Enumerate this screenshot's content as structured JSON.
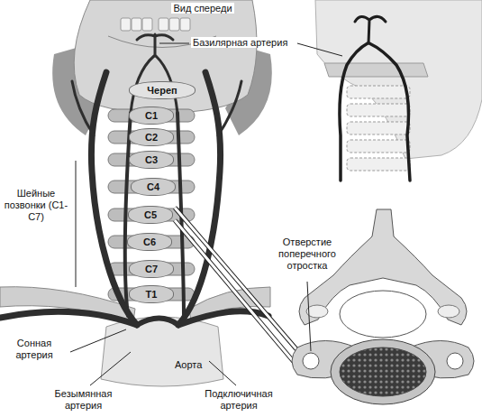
{
  "diagram": {
    "title": "Вид спереди",
    "nodes": [
      {
        "text": [
          "Череп"
        ]
      },
      {
        "text": [
          "C1"
        ]
      },
      {
        "text": [
          "C2"
        ]
      },
      {
        "text": [
          "C3"
        ]
      },
      {
        "text": [
          "C4"
        ]
      },
      {
        "text": [
          "C5"
        ]
      },
      {
        "text": [
          "C6"
        ]
      },
      {
        "text": [
          "C7"
        ]
      },
      {
        "text": [
          "T1"
        ]
      }
    ],
    "labels": [
      "Базилярная артерия",
      "Шейные позвонки (C1-C7)",
      "Отверстие поперечного отростка",
      "Сонная артерия",
      "Аорта",
      "Безымянная артерия",
      "Подключичная артерия"
    ]
  }
}
